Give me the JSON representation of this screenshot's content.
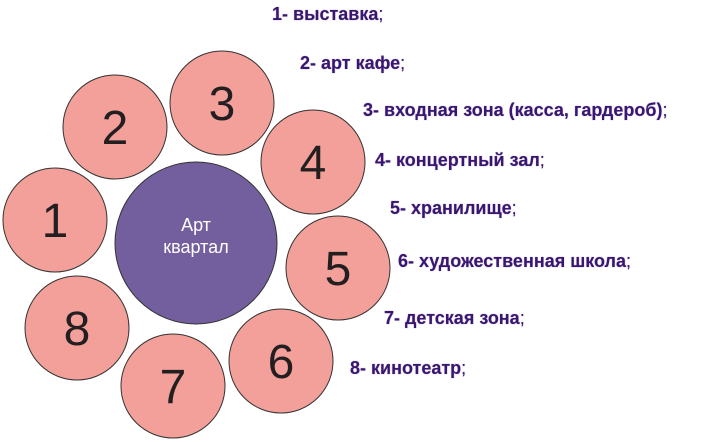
{
  "center": {
    "line1": "Арт",
    "line2": "квартал",
    "color": "#745f9e"
  },
  "circle_color": "#f4a09a",
  "circles": [
    {
      "number": "1"
    },
    {
      "number": "2"
    },
    {
      "number": "3"
    },
    {
      "number": "4"
    },
    {
      "number": "5"
    },
    {
      "number": "6"
    },
    {
      "number": "7"
    },
    {
      "number": "8"
    }
  ],
  "legend": [
    {
      "text": "1- выставка",
      "end": ";"
    },
    {
      "text": "2- арт кафе",
      "end": ";"
    },
    {
      "text": "3- входная зона (касса, гардероб)",
      "end": ";"
    },
    {
      "text": "4- концертный зал",
      "end": ";"
    },
    {
      "text": "5- хранилище",
      "end": ";"
    },
    {
      "text": "6- художественная школа",
      "end": ";"
    },
    {
      "text": "7- детская зона",
      "end": ";"
    },
    {
      "text": "8- кинотеатр",
      "end": ";"
    }
  ]
}
